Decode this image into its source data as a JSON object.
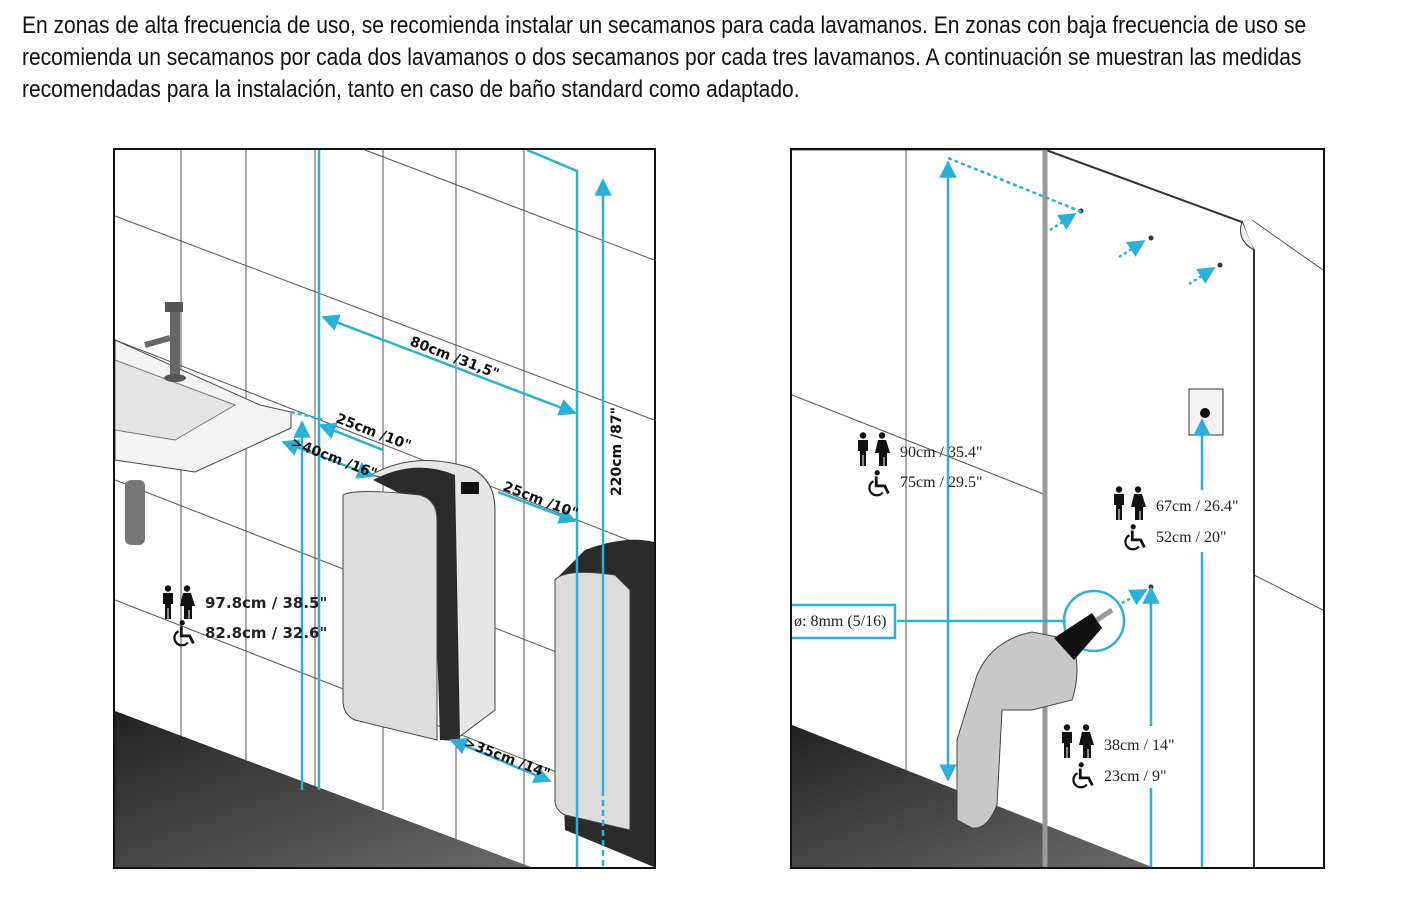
{
  "intro": {
    "lines": [
      "En zonas de alta frecuencia de uso, se recomienda instalar un secamanos para cada lavamanos. En zonas con baja frecuencia de uso se",
      "recomienda un secamanos por cada dos lavamanos o dos secamanos por cada tres lavamanos. A continuación se muestran las medidas",
      "recomendadas para la instalación, tanto en caso de baño standard como adaptado."
    ]
  },
  "figure_left": {
    "dim_80": "80cm /31,5\"",
    "dim_25_top": "25cm /10\"",
    "dim_40": ">40cm /16\"",
    "dim_25_right": "25cm /10\"",
    "dim_35": ">35cm /14\"",
    "dim_220": "220cm /87\"",
    "height_standard": "97.8cm / 38.5\"",
    "height_accessible": "82.8cm / 32.6\""
  },
  "figure_right": {
    "height_top_standard": "90cm / 35.4\"",
    "height_top_accessible": "75cm / 29.5\"",
    "height_mid_standard": "67cm / 26.4\"",
    "height_mid_accessible": "52cm / 20\"",
    "height_low_standard": "38cm / 14\"",
    "height_low_accessible": "23cm / 9\"",
    "drill_label": "ø: 8mm (5/16)"
  },
  "colors": {
    "accent": "#2bb0d8",
    "floor": "#3a3a3a"
  }
}
